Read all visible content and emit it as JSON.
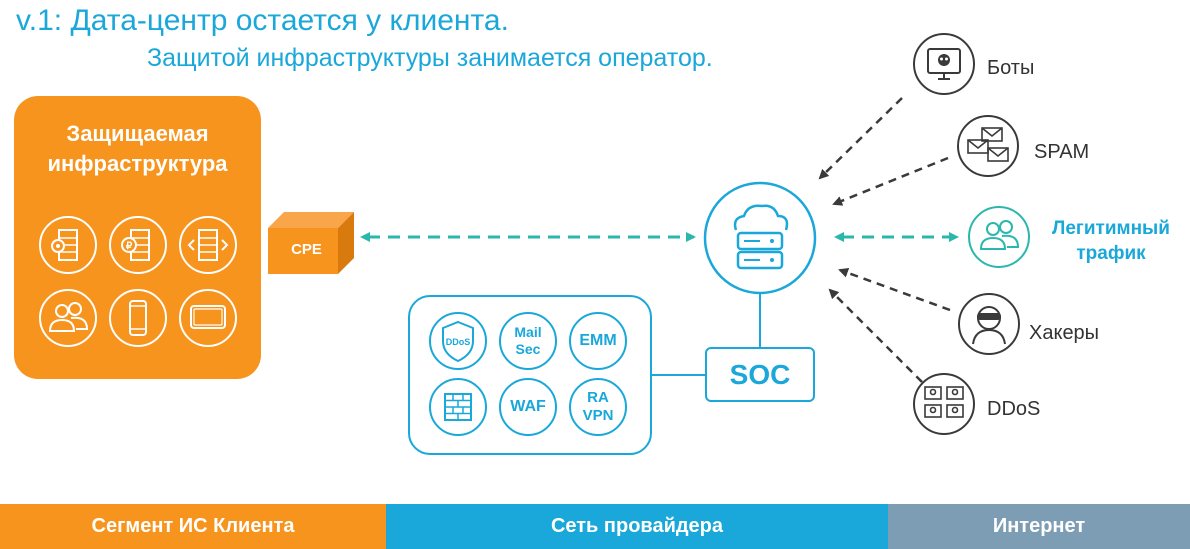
{
  "header": {
    "title": "v.1: Дата-центр остается у клиента.",
    "subtitle": "Защитой инфраструктуры занимается оператор."
  },
  "infrastructure": {
    "title": "Защищаемая инфраструктура",
    "icons": [
      "server-gear-icon",
      "server-ruble-icon",
      "server-code-icon",
      "users-icon",
      "smartphone-icon",
      "laptop-icon"
    ]
  },
  "cpe": {
    "label": "CPE"
  },
  "services": {
    "items": [
      {
        "icon": "ddos-shield-icon",
        "label": "DDoS"
      },
      {
        "label_line1": "Mail",
        "label_line2": "Sec"
      },
      {
        "label": "EMM"
      },
      {
        "icon": "firewall-icon"
      },
      {
        "label": "WAF"
      },
      {
        "label_line1": "RA",
        "label_line2": "VPN"
      }
    ]
  },
  "soc": {
    "label": "SOC"
  },
  "threats": {
    "bots": "Боты",
    "spam": "SPAM",
    "legit": "Легитимный трафик",
    "hackers": "Хакеры",
    "ddos": "DDoS"
  },
  "footer": {
    "client": "Сегмент ИС Клиента",
    "provider": "Сеть провайдера",
    "internet": "Интернет"
  },
  "colors": {
    "orange": "#f7941d",
    "blue": "#1aa7d9",
    "teal": "#2ab7ad",
    "internet_gray": "#7d9db5",
    "dark_gray": "#3a3a3a"
  }
}
